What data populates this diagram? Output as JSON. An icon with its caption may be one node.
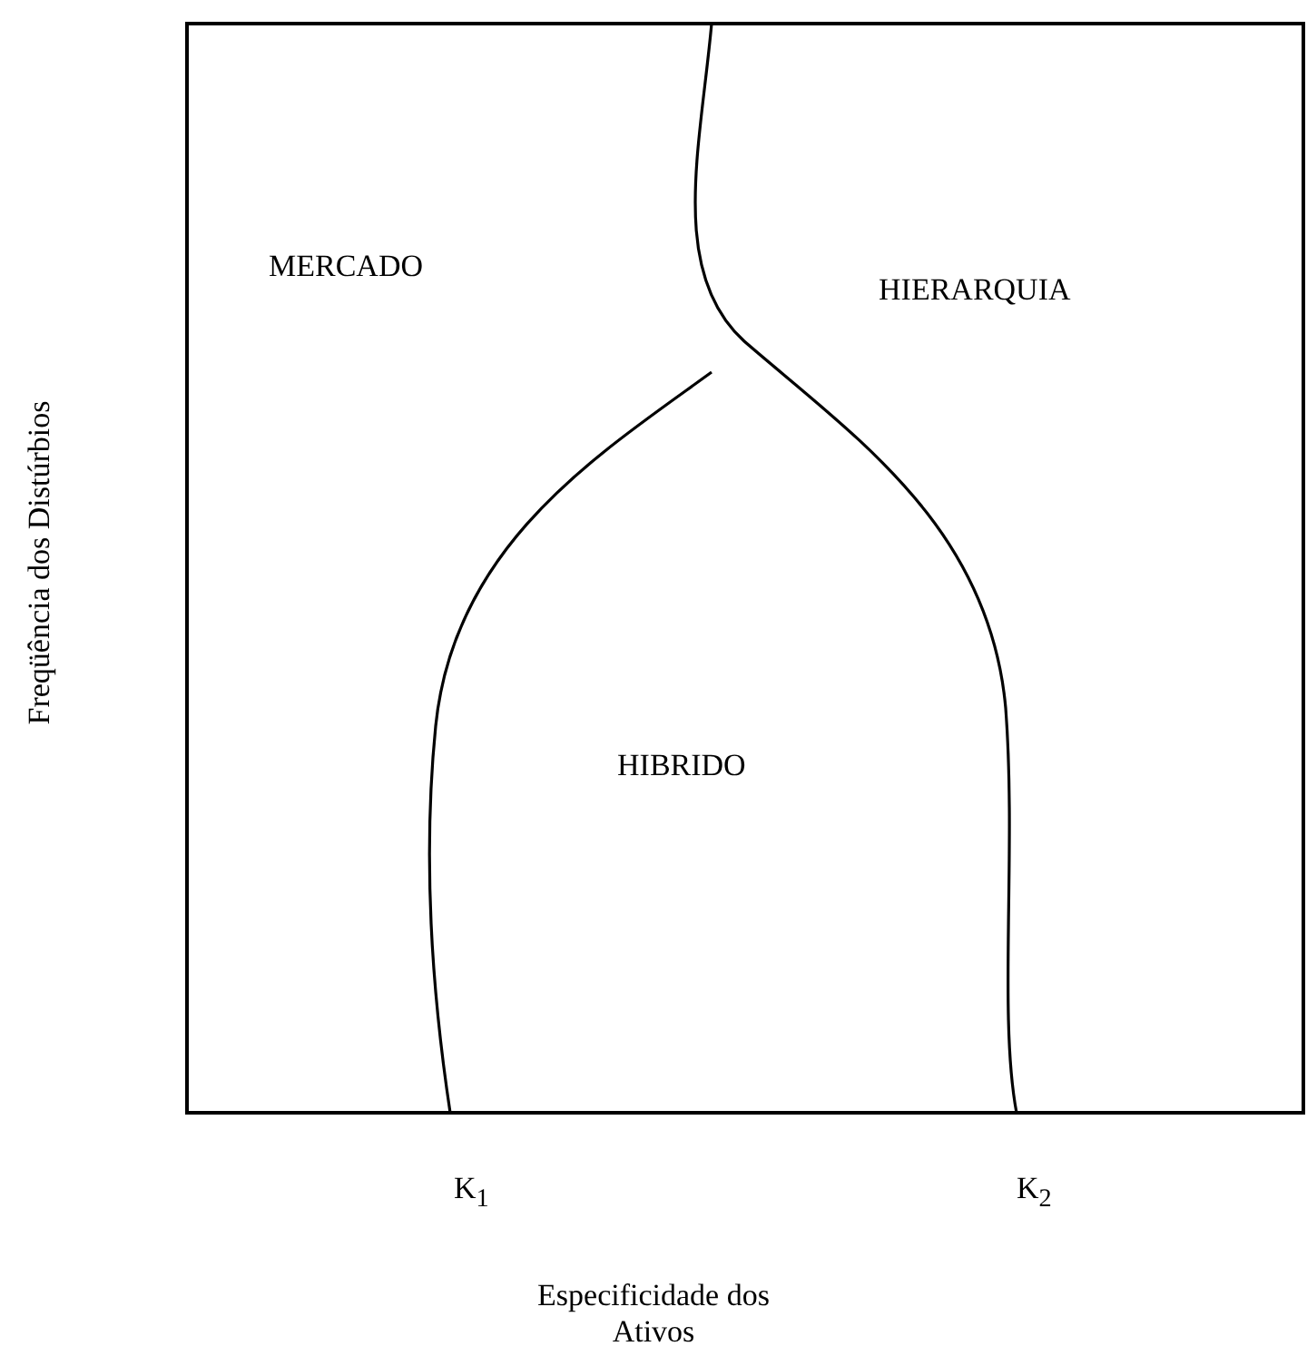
{
  "diagram": {
    "labels": [
      "MERCADO",
      "HIERARQUIA",
      "HIBRIDO",
      "Freqüência dos Distúrbios",
      "K$_{1}$",
      "K$_{2}$",
      "Especificidade dos Ativos"
    ]
  }
}
